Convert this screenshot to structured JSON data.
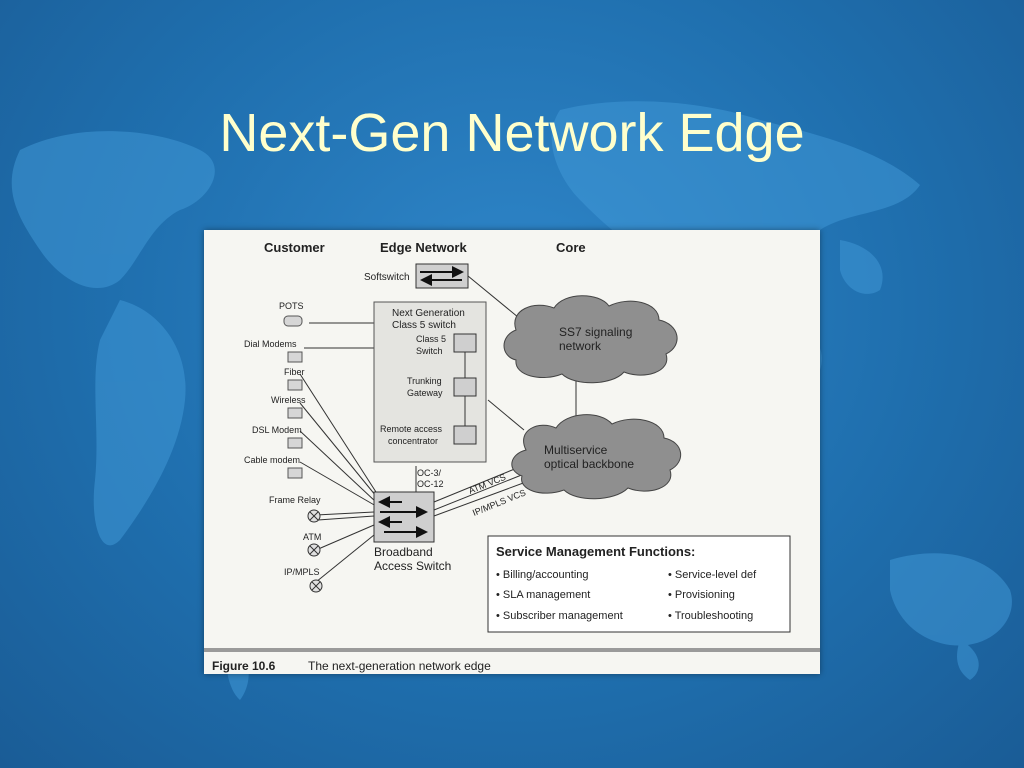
{
  "slide": {
    "title": "Next-Gen Network Edge"
  },
  "diagram": {
    "headers": {
      "customer": "Customer",
      "edge": "Edge Network",
      "core": "Core"
    },
    "softswitch": "Softswitch",
    "ngc5": {
      "line1": "Next Generation",
      "line2": "Class 5 switch"
    },
    "class5": {
      "line1": "Class 5",
      "line2": "Switch"
    },
    "trunking": {
      "line1": "Trunking",
      "line2": "Gateway"
    },
    "rac": {
      "line1": "Remote access",
      "line2": "concentrator"
    },
    "oc": {
      "line1": "OC-3/",
      "line2": "OC-12"
    },
    "ss7": {
      "line1": "SS7 signaling",
      "line2": "network"
    },
    "multiservice": {
      "line1": "Multiservice",
      "line2": "optical backbone"
    },
    "atm_vcs": "ATM VCS",
    "ipmpls_vcs": "IP/MPLS VCS",
    "bas": {
      "line1": "Broadband",
      "line2": "Access Switch"
    },
    "customers": [
      "POTS",
      "Dial Modems",
      "Fiber",
      "Wireless",
      "DSL Modem",
      "Cable modem",
      "Frame Relay",
      "ATM",
      "IP/MPLS"
    ],
    "smf": {
      "title": "Service Management Functions:",
      "left": [
        "• Billing/accounting",
        "• SLA management",
        "• Subscriber management"
      ],
      "right": [
        "• Service-level def",
        "• Provisioning",
        "• Troubleshooting"
      ]
    },
    "caption": {
      "label": "Figure 10.6",
      "text": "The next-generation network edge"
    }
  },
  "colors": {
    "background": "#1f6fae",
    "title": "#ffffcc",
    "cloud": "#8f8f8f"
  }
}
